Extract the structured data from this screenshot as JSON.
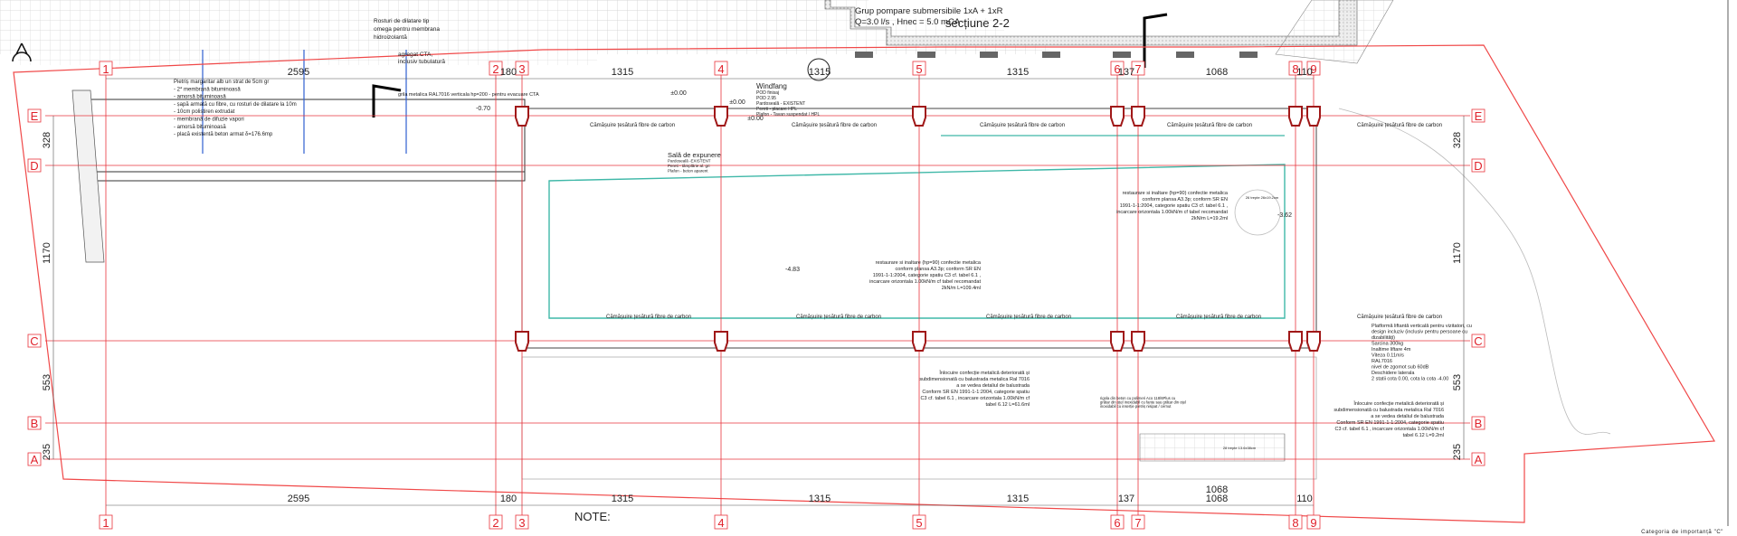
{
  "drawing": {
    "section_label": "secțiune 2-2",
    "note_label": "NOTE:",
    "importance_category": "Categoria de importanță \"C\"",
    "colors": {
      "grid_red": "#e8343c",
      "column_red": "#a01818",
      "teal": "#3fb8a8",
      "blue": "#2f5fd0",
      "hatch": "#c8c8c8"
    }
  },
  "grid": {
    "columns": [
      "1",
      "2",
      "3",
      "4",
      "5",
      "6",
      "7",
      "8",
      "9"
    ],
    "rows": [
      "E",
      "D",
      "C",
      "B",
      "A"
    ],
    "dims_horizontal": [
      "2595",
      "180",
      "1315",
      "1315",
      "1315",
      "137",
      "1068",
      "110"
    ],
    "dims_vertical": [
      "328",
      "1170",
      "553",
      "235"
    ]
  },
  "annotations": {
    "pump_group": [
      "Grup pompare submersibile 1xA + 1xR",
      "Q=3.0 l/s , Hnec = 5.0 mCA"
    ],
    "expansion_joints": [
      "Rosturi de dilatare tip",
      "omega pentru membrana",
      "hidroizolantă"
    ],
    "cta": [
      "agregat CTA,",
      "inclusiv tubulatură"
    ],
    "cta_grille": "grila metalica RAL7016 verticala hp=200 - pentru evacuare CTA",
    "roof_layers": [
      "Pietriș margaritar alb un strat de 5cm gr",
      "- 2* membrană bituminoasă",
      "- amorsă bituminoasă",
      "- șapă armată cu fibre, cu rosturi de dilatare la 10m",
      "- 10cm polistiren extrudat",
      "- membrană de difuzie vapori",
      "- amorsă bituminoasă",
      "- placă existentă beton armat  δ=176.6mp"
    ],
    "windfang": [
      "Windfang",
      "POD finisaj",
      "POD 2.95",
      "Pardoseală - EXISTENT",
      "Pereti - placare HPL",
      "Plafon - Tavan suspendat / HPL"
    ],
    "exhibition_hall": [
      "Sală de expunere",
      "Pardoseală -EXISTENT",
      "Pereti - tâmplărie al. gri",
      "Plafon - beton aparent"
    ],
    "carbon_fiber": "Cămășuire țesătură  fibre de carbon",
    "railing_1": [
      "restaurare si inaltare (hp=90) confectie metalica",
      "conform plansa A3.3p; conform SR EN",
      "1991-1-1:2004, categorie spatiu  C3 cf. tabel 6.1 ,",
      "incarcare orizontala 1.00kN/m cf tabel recomandat",
      "2kN/m L=109.4ml"
    ],
    "railing_2": [
      "restaurare si inaltare (hp=90) confectie metalica",
      "conform plansa A3.3p; conform SR EN",
      "1991-1-1:2004, categorie spatiu  C3 cf. tabel 6.1 ,",
      "incarcare orizontala 1.00kN/m cf tabel recomandat",
      "2kN/m L=19.2ml"
    ],
    "replacement_1": [
      "Înlocuire  confecție metalică deteriorată și",
      "subdimensionată cu balustrada metalica Ral 7016",
      "a se vedea detaliul de balustrada",
      "Conform SR EN 1991-1-1:2004, categorie spatiu",
      "C3 cf. tabel 6.1 , incarcare orizontala 1.00kN/m cf",
      "tabel 6.12  L=61.6ml"
    ],
    "replacement_2": [
      "Înlocuire  confecție metalică deteriorată și",
      "subdimensionată cu balustrada metalica Ral 7016",
      "a se vedea detaliul de balustrada",
      "Conform SR EN 1991-1-1:2004, categorie spatiu",
      "C3 cf. tabel 6.1 , incarcare orizontala 1.00kN/m cf",
      "tabel 6.12  L=9.2ml"
    ],
    "lift": [
      "Platformă liftantă verticală pentru vizitatori, cu",
      "design incluziv (inclusiv pentru persoane cu",
      "dizabilități)",
      "Sarcina 300kg",
      "Inaltime liftare 4m",
      "Viteza 0.11m/s",
      "RAL7016",
      "nivel de zgomot sub 60dB",
      "Deschidere laterala",
      "2 statii cota 0.00, cota la cota -4.00"
    ],
    "grate": [
      "rigola din beton cu polimeri Aco 118/6Plus cu",
      "grătar din oțel inoxidabil cu fante sau grătar din oțel",
      "inoxidabil cu inserție pietriș nisipat / cernut"
    ],
    "stairs_1": "26 trepte 26x19.2cm",
    "stairs_2": "28 trepte 13.6x38cm",
    "levels": [
      "±0.00",
      "±0.00",
      "±0.00",
      "-0.70",
      "-4.83",
      "-3.62"
    ]
  }
}
